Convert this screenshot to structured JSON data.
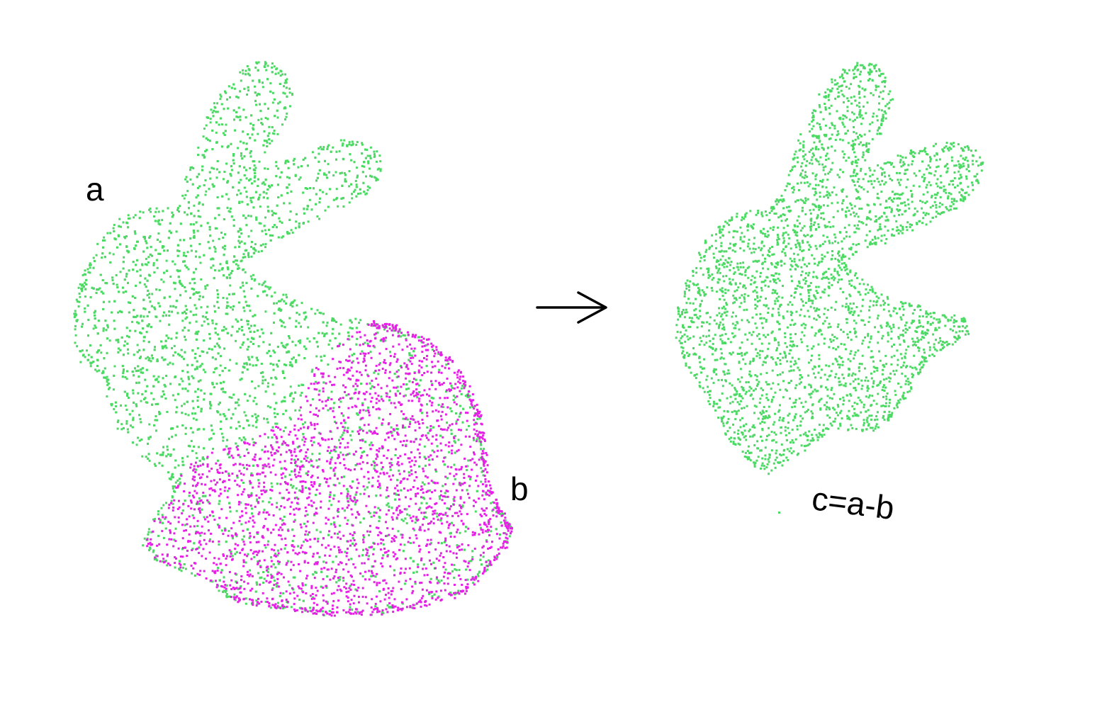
{
  "labels": {
    "a": "a",
    "b": "b",
    "c": "c=a-b"
  },
  "colors": {
    "cloud_a": "#4cd964",
    "cloud_b": "#e620e6",
    "arrow": "#000000",
    "background": "#ffffff"
  },
  "arrow": {
    "icon": "right-arrow-icon"
  }
}
